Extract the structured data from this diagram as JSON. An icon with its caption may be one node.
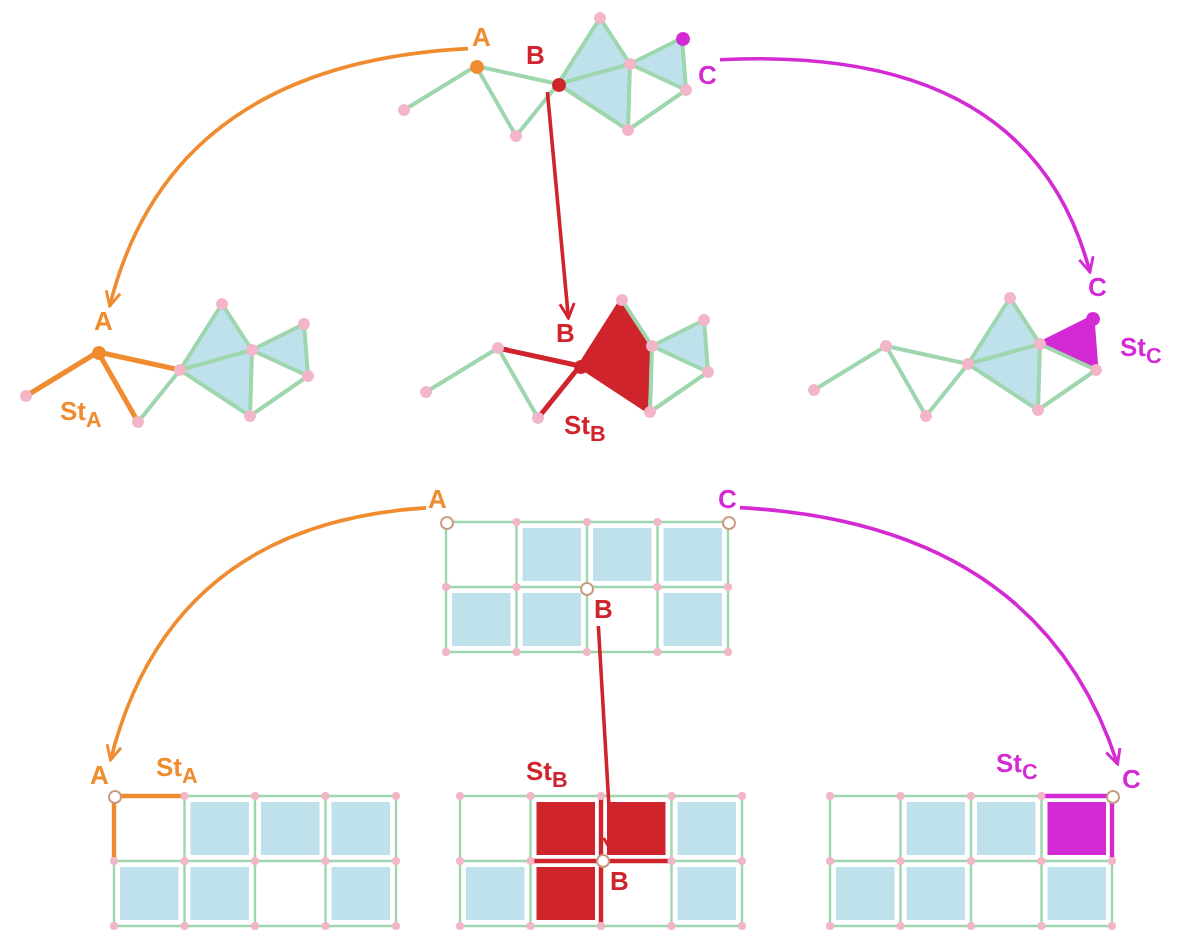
{
  "diagram": {
    "nodes": [
      {
        "text": [
          "A"
        ]
      },
      {
        "text": [
          "B"
        ]
      },
      {
        "text": [
          "C"
        ]
      },
      {
        "text": [
          "A"
        ],
        "beside": [
          "St$_{A}$"
        ]
      },
      {
        "text": [
          "B"
        ],
        "beside": [
          "St$_{B}$"
        ]
      },
      {
        "text": [
          "C"
        ],
        "beside": [
          "St$_{C}$"
        ]
      },
      {
        "text": [
          "A"
        ]
      },
      {
        "text": [
          "B"
        ]
      },
      {
        "text": [
          "C"
        ]
      },
      {
        "text": [
          "A"
        ],
        "beside": [
          "St$_{A}$"
        ]
      },
      {
        "text": [
          "B"
        ],
        "beside": [
          "St$_{B}$"
        ]
      },
      {
        "text": [
          "C"
        ],
        "beside": [
          "St$_{C}$"
        ]
      }
    ],
    "edges": [
      {
        "from": 0,
        "to": 3,
        "arrow": "to",
        "color": "#f08c30"
      },
      {
        "from": 1,
        "to": 4,
        "arrow": "to",
        "color": "#d0242c"
      },
      {
        "from": 2,
        "to": 5,
        "arrow": "to",
        "color": "#d42ad4"
      },
      {
        "from": 6,
        "to": 9,
        "arrow": "to",
        "color": "#f08c30"
      },
      {
        "from": 7,
        "to": 10,
        "arrow": "to",
        "color": "#d0242c"
      },
      {
        "from": 8,
        "to": 11,
        "arrow": "to",
        "color": "#d42ad4"
      }
    ]
  }
}
